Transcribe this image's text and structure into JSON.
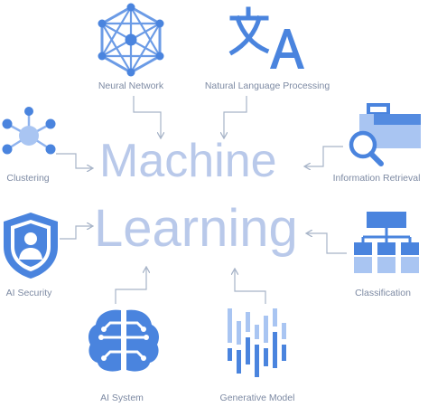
{
  "title": {
    "line1": "Machine",
    "line2": "Learning"
  },
  "nodes": {
    "neural_network": {
      "label": "Neural Network",
      "icon": "neural-network-icon"
    },
    "nlp": {
      "label": "Natural Language Processing",
      "icon": "translate-icon"
    },
    "clustering": {
      "label": "Clustering",
      "icon": "clustering-icon"
    },
    "information_retrieval": {
      "label": "Information Retrieval",
      "icon": "briefcase-search-icon"
    },
    "ai_security": {
      "label": "AI Security",
      "icon": "shield-user-icon"
    },
    "classification": {
      "label": "Classification",
      "icon": "hierarchy-icon"
    },
    "ai_system": {
      "label": "AI System",
      "icon": "brain-circuit-icon"
    },
    "generative_model": {
      "label": "Generative Model",
      "icon": "waveform-icon"
    }
  },
  "colors": {
    "primary": "#4a84de",
    "light": "#a9c5f2",
    "title": "#b9c9ea",
    "connector": "#a7b4c8",
    "label": "#7d8aa3"
  }
}
